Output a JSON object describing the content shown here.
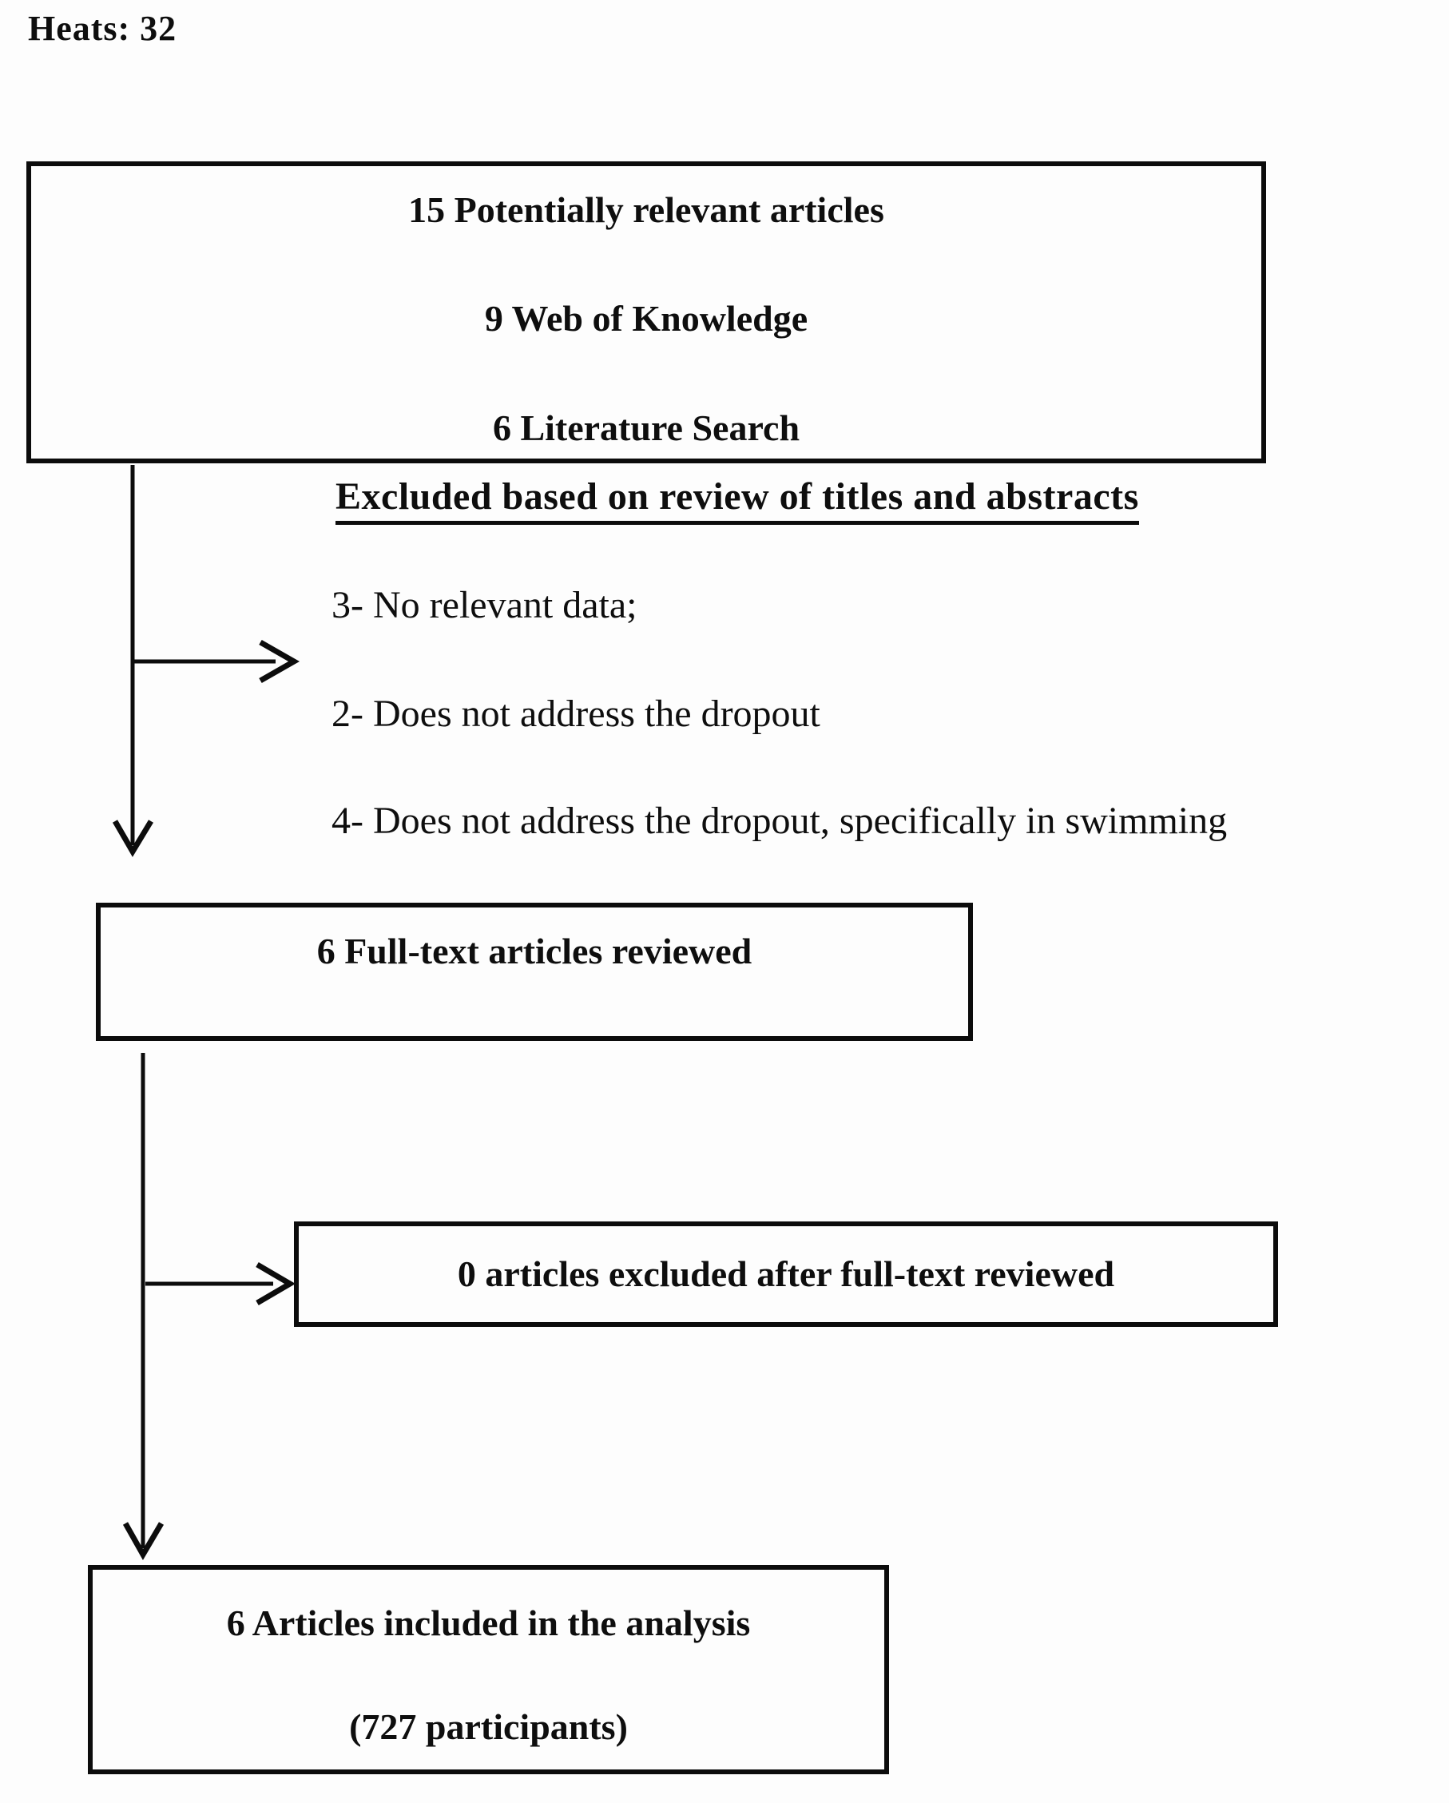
{
  "colors": {
    "text": "#0e0e0e",
    "line": "#0c0c0c",
    "background": "#fdfdfd"
  },
  "header": {
    "heats_label": "Heats: 32"
  },
  "flowchart": {
    "identification_box": {
      "lines": [
        "15 Potentially relevant articles",
        "9 Web of Knowledge",
        "6 Literature Search"
      ]
    },
    "exclusion_section": {
      "heading": "Excluded based on review of titles and abstracts",
      "items": [
        "3- No relevant data;",
        "2- Does not address the dropout",
        "4- Does not address the dropout, specifically in swimming"
      ]
    },
    "fulltext_box": {
      "label": "6 Full-text articles reviewed"
    },
    "fulltext_excluded_box": {
      "label": "0 articles excluded after full-text reviewed"
    },
    "included_box": {
      "lines": [
        "6 Articles included in the analysis",
        "(727 participants)"
      ]
    }
  }
}
